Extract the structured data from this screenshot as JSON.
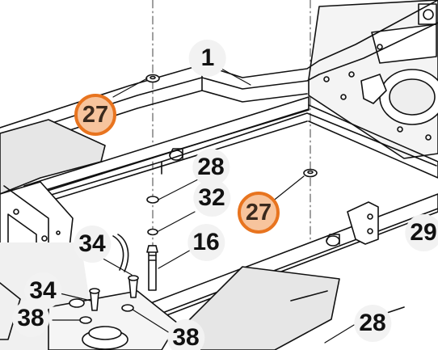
{
  "callouts": {
    "c1": "1",
    "c27a": "27",
    "c27b": "27",
    "c28a": "28",
    "c28b": "28",
    "c32": "32",
    "c16": "16",
    "c34a": "34",
    "c34b": "34",
    "c38a": "38",
    "c38b": "38",
    "c29": "29"
  },
  "colors": {
    "highlight_fill": "#f7c49d",
    "highlight_ring": "#e8741f",
    "line": "#111111",
    "shade": "#e6e6e6"
  }
}
